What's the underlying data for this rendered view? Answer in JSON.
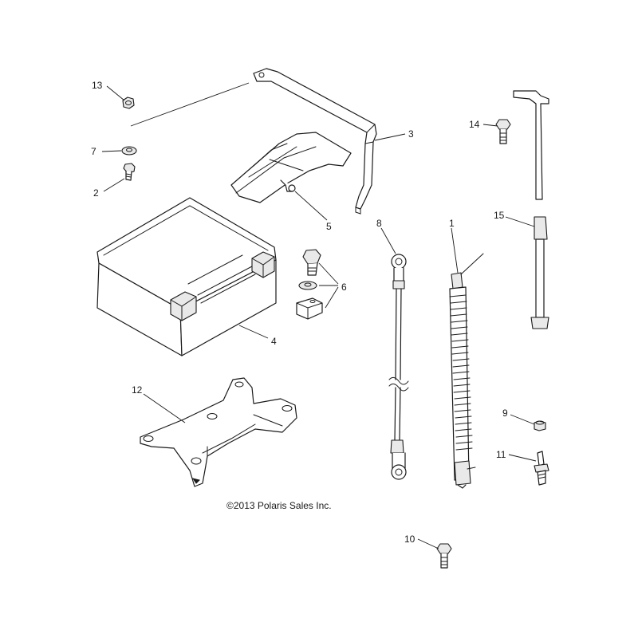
{
  "callouts": {
    "c1": "1",
    "c2": "2",
    "c3": "3",
    "c4": "4",
    "c5": "5",
    "c6": "6",
    "c7": "7",
    "c8": "8",
    "c9": "9",
    "c10": "10",
    "c11": "11",
    "c12": "12",
    "c13": "13",
    "c14": "14",
    "c15": "15"
  },
  "copyright": "©2013 Polaris Sales Inc."
}
